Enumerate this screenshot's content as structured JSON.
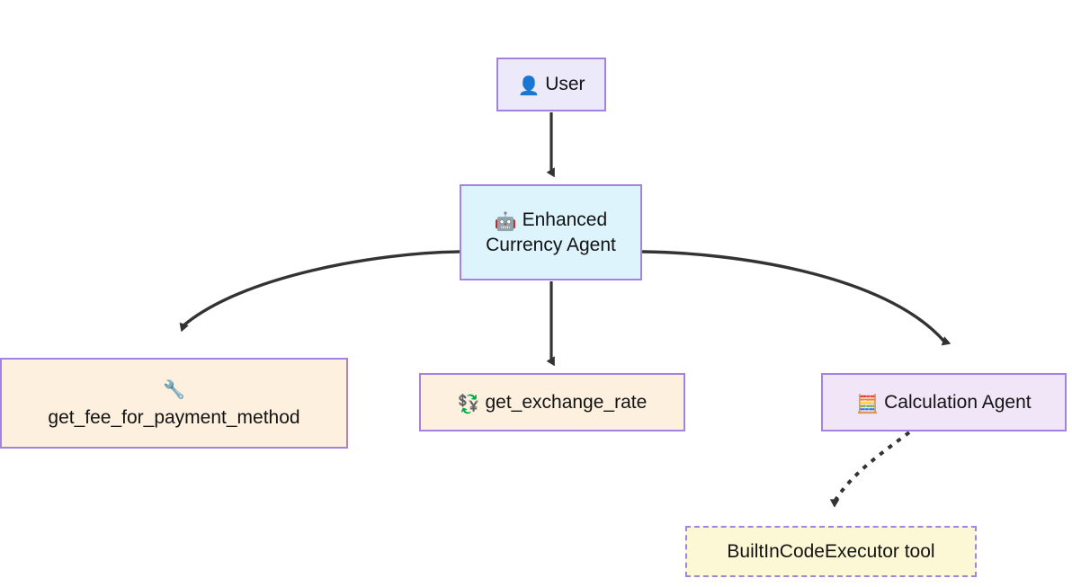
{
  "diagram": {
    "type": "flowchart",
    "direction": "top-down",
    "background": "#ffffff",
    "edge_color": "#333333",
    "nodes": [
      {
        "id": "user",
        "label": "User",
        "icon": "user-silhouette-icon",
        "icon_glyph": "👤",
        "shape": "rect",
        "fill": "#ece9fb",
        "stroke": "#a382e0",
        "text_color": "#131313"
      },
      {
        "id": "agent",
        "label": "Enhanced\nCurrency Agent",
        "icon": "robot-icon",
        "icon_glyph": "🤖",
        "shape": "rect",
        "fill": "#ddf4fd",
        "stroke": "#a382e0",
        "text_color": "#131313"
      },
      {
        "id": "fee_tool",
        "label": "get_fee_for_payment_method",
        "icon": "wrench-icon",
        "icon_glyph": "🔧",
        "shape": "rect",
        "fill": "#fdf0de",
        "stroke": "#a382e0",
        "text_color": "#131313"
      },
      {
        "id": "rate_tool",
        "label": "get_exchange_rate",
        "icon": "currency-exchange-icon",
        "icon_glyph": "💱",
        "shape": "rect",
        "fill": "#fdf0de",
        "stroke": "#a382e0",
        "text_color": "#131313"
      },
      {
        "id": "calc_agent",
        "label": "Calculation Agent",
        "icon": "abacus-icon",
        "icon_glyph": "🧮",
        "shape": "rect",
        "fill": "#f1e5f8",
        "stroke": "#a382e0",
        "text_color": "#131313"
      },
      {
        "id": "executor_tool",
        "label": "BuiltInCodeExecutor tool",
        "icon": "",
        "icon_glyph": "",
        "shape": "rect-dashed",
        "fill": "#fcf8d6",
        "stroke": "#a382e0",
        "text_color": "#131313"
      }
    ],
    "edges": [
      {
        "from": "user",
        "to": "agent",
        "style": "solid",
        "arrow": "triangle"
      },
      {
        "from": "agent",
        "to": "fee_tool",
        "style": "solid",
        "arrow": "triangle"
      },
      {
        "from": "agent",
        "to": "rate_tool",
        "style": "solid",
        "arrow": "triangle"
      },
      {
        "from": "agent",
        "to": "calc_agent",
        "style": "solid",
        "arrow": "triangle"
      },
      {
        "from": "calc_agent",
        "to": "executor_tool",
        "style": "dotted",
        "arrow": "triangle"
      }
    ]
  }
}
